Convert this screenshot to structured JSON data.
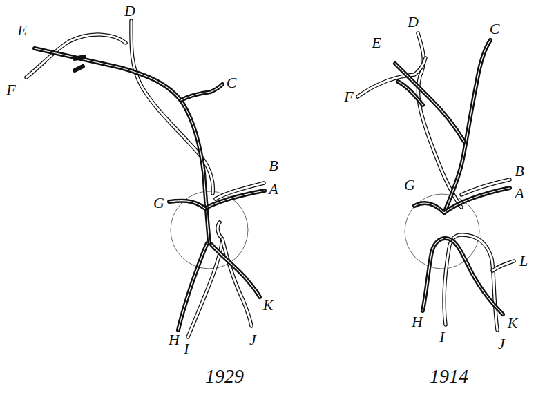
{
  "diagram": {
    "labels": [
      "D",
      "E",
      "F",
      "C",
      "B",
      "A",
      "G",
      "H",
      "I",
      "J",
      "K",
      "1929",
      "D",
      "E",
      "C",
      "F",
      "B",
      "G",
      "A",
      "H",
      "I",
      "L",
      "K",
      "J",
      "1914"
    ]
  }
}
